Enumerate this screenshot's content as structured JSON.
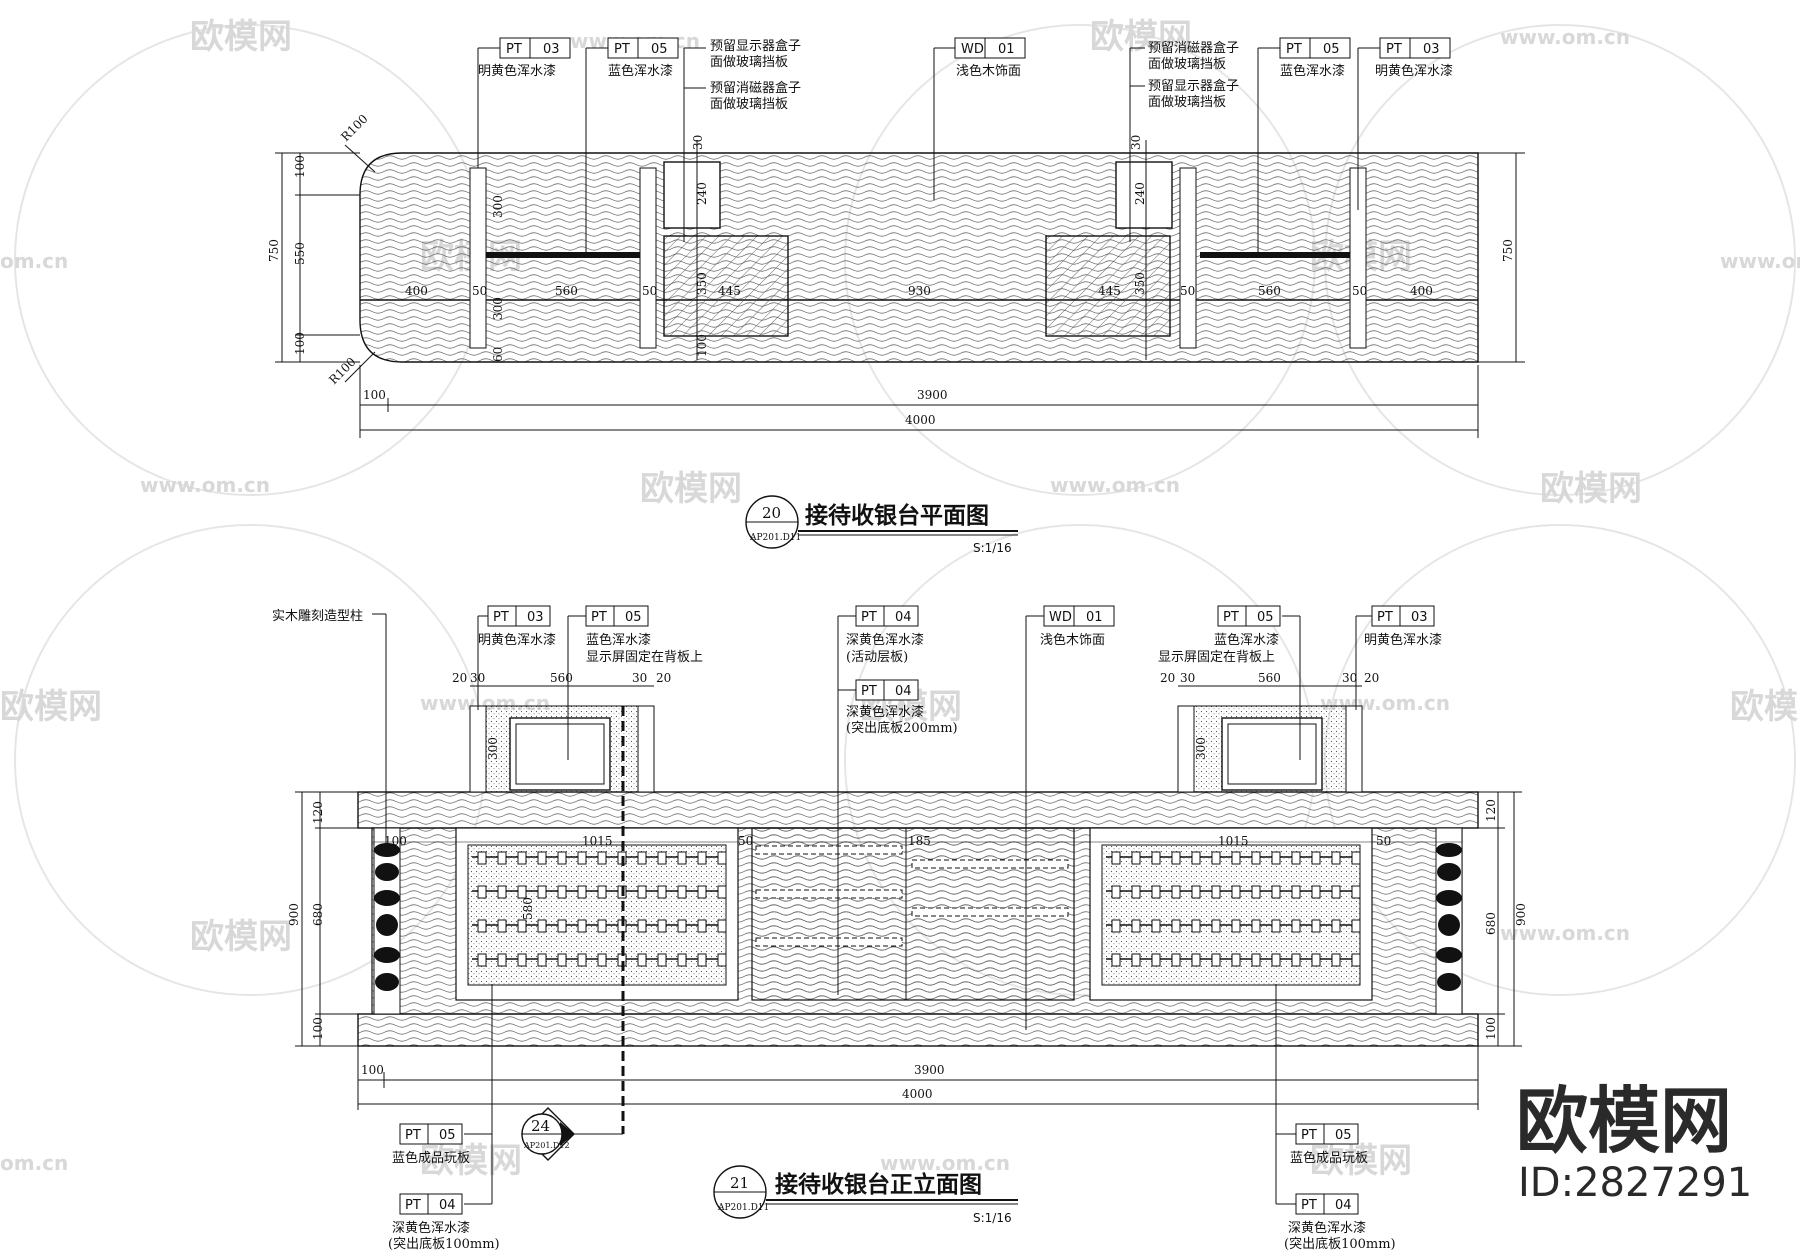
{
  "plan": {
    "title": "接待收银台平面图",
    "ref_no": "20",
    "ref_sheet": "AP201.D11",
    "scale": "S:1/16",
    "labels": {
      "pt03_code": "PT",
      "pt03_num": "03",
      "pt03_desc": "明黄色浑水漆",
      "pt05_code": "PT",
      "pt05_num": "05",
      "pt05_desc": "蓝色浑水漆",
      "note_left_1": "预留显示器盒子",
      "note_left_2": "面做玻璃挡板",
      "note_left_3": "预留消磁器盒子",
      "note_left_4": "面做玻璃挡板",
      "wd01_code": "WD",
      "wd01_num": "01",
      "wd01_desc": "浅色木饰面",
      "note_right_1": "预留消磁器盒子",
      "note_right_2": "面做玻璃挡板",
      "note_right_3": "预留显示器盒子",
      "note_right_4": "面做玻璃挡板",
      "pt05r_desc": "蓝色浑水漆",
      "pt03r_desc": "明黄色浑水漆"
    },
    "dims": {
      "r_top": "R100",
      "r_bot": "R100",
      "h_total": "750",
      "h_top": "100",
      "h_mid": "550",
      "h_bot": "100",
      "h_right": "750",
      "d400a": "400",
      "d50a": "50",
      "d560a": "560",
      "d50b": "50",
      "d445a": "445",
      "d930": "930",
      "d445b": "445",
      "d50c": "50",
      "d560b": "560",
      "d50d": "50",
      "d400b": "400",
      "d30a": "30",
      "d240a": "240",
      "d350a": "350",
      "d300a": "300",
      "d300b": "300",
      "d30b": "30",
      "d240b": "240",
      "d350b": "350",
      "d100r": "100",
      "d60": "60",
      "w100": "100",
      "w3900": "3900",
      "w4000": "4000"
    }
  },
  "elevation": {
    "title": "接待收银台正立面图",
    "ref_no": "21",
    "ref_sheet": "AP201.D11",
    "scale": "S:1/16",
    "section_no": "24",
    "section_sheet": "AP201.D12",
    "labels": {
      "column_note": "实木雕刻造型柱",
      "pt03_num": "03",
      "pt03_desc": "明黄色浑水漆",
      "pt05_num": "05",
      "pt05_desc": "蓝色浑水漆",
      "pt05_note": "显示屏固定在背板上",
      "pt04_num": "04",
      "pt04_desc": "深黄色浑水漆",
      "pt04_note": "(活动层板)",
      "pt04b_desc": "深黄色浑水漆",
      "pt04b_note": "(突出底板200mm)",
      "wd01_desc": "浅色木饰面",
      "pt05r_desc": "蓝色浑水漆",
      "pt05r_note": "显示屏固定在背板上",
      "pt03r_desc": "明黄色浑水漆",
      "bl_pt05_desc": "蓝色成品玩板",
      "bl_pt04_desc": "深黄色浑水漆",
      "bl_pt04_note": "(突出底板100mm)",
      "br_pt05_desc": "蓝色成品玩板",
      "br_pt04_desc": "深黄色浑水漆",
      "br_pt04_note": "(突出底板100mm)",
      "code_pt": "PT",
      "code_wd": "WD",
      "wd01_num": "01"
    },
    "dims": {
      "d20a": "20",
      "d30a": "30",
      "d560a": "560",
      "d30b": "30",
      "d20b": "20",
      "d20c": "20",
      "d30c": "30",
      "d560b": "560",
      "d30d": "30",
      "d20d": "20",
      "d300a": "300",
      "d300b": "300",
      "d1015a": "1015",
      "d1015b": "1015",
      "d50a": "50",
      "d50b": "50",
      "d185": "185",
      "d100c": "100",
      "d680": "680",
      "d580": "580",
      "d120": "120",
      "d900": "900",
      "d100": "100",
      "r120": "120",
      "r680": "680",
      "r900": "900",
      "r100": "100",
      "w100": "100",
      "w3900": "3900",
      "w4000": "4000"
    }
  },
  "watermark": {
    "brand": "欧模网",
    "url": "www.om.cn",
    "url_short": "om.cn"
  },
  "brand_logo": {
    "text": "欧模网",
    "id": "ID:2827291"
  }
}
